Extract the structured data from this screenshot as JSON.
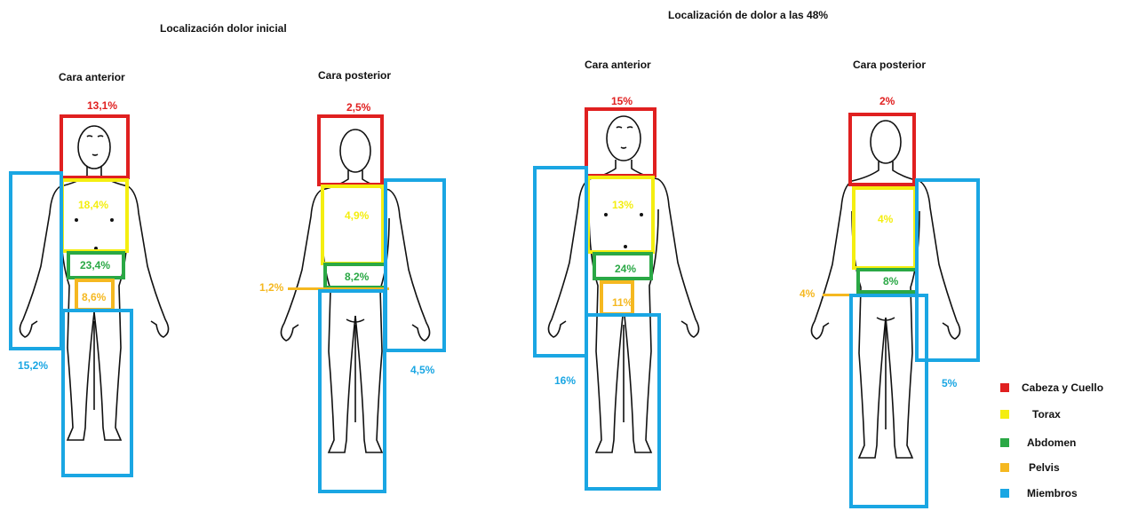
{
  "colors": {
    "head": "#e02020",
    "torax": "#f4ee10",
    "abdomen": "#2aa845",
    "pelvis": "#f5b820",
    "limbs": "#1aa6e3"
  },
  "titles": {
    "initial": "Localización dolor inicial",
    "h48": "Localización de dolor a las 48%"
  },
  "views": {
    "front": "Cara anterior",
    "back": "Cara posterior"
  },
  "initial": {
    "anterior": {
      "head": "13,1%",
      "torax": "18,4%",
      "abdomen": "23,4%",
      "pelvis": "8,6%",
      "limbs": "15,2%"
    },
    "posterior": {
      "head": "2,5%",
      "torax": "4,9%",
      "abdomen": "8,2%",
      "pelvis": "1,2%",
      "limbs": "4,5%"
    }
  },
  "h48": {
    "anterior": {
      "head": "15%",
      "torax": "13%",
      "abdomen": "24%",
      "pelvis": "11%",
      "limbs": "16%"
    },
    "posterior": {
      "head": "2%",
      "torax": "4%",
      "abdomen": "8%",
      "pelvis": "4%",
      "limbs": "5%"
    }
  },
  "legend": [
    {
      "label": "Cabeza y Cuello",
      "color": "#e02020"
    },
    {
      "label": "Torax",
      "color": "#f4ee10"
    },
    {
      "label": "Abdomen",
      "color": "#2aa845"
    },
    {
      "label": "Pelvis",
      "color": "#f5b820"
    },
    {
      "label": "Miembros",
      "color": "#1aa6e3"
    }
  ]
}
